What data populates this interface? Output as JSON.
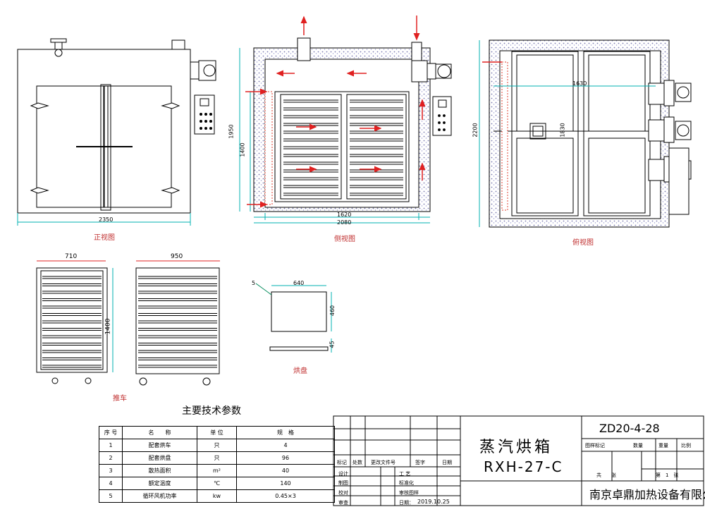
{
  "views": {
    "front": {
      "caption": "正视图",
      "width": "2350"
    },
    "side": {
      "caption": "侧视图",
      "dim_inner": "1620",
      "dim_outer": "2080",
      "height_outer": "1950",
      "height_inner": "1400"
    },
    "top": {
      "caption": "俯视图",
      "dim_a": "1630",
      "dim_b": "1830",
      "dim_height": "2200"
    }
  },
  "cart": {
    "caption": "推车",
    "width_a": "710",
    "width_b": "950",
    "height": "1400"
  },
  "tray": {
    "caption": "烘盘",
    "width": "640",
    "depth": "460",
    "height": "45",
    "balloon": "5"
  },
  "params": {
    "title": "主要技术参数",
    "headers": [
      "序 号",
      "名　　称",
      "单 位",
      "规　格"
    ],
    "rows": [
      [
        "1",
        "配套烘车",
        "只",
        "4"
      ],
      [
        "2",
        "配套烘盘",
        "只",
        "96"
      ],
      [
        "3",
        "散热面积",
        "m²",
        "40"
      ],
      [
        "4",
        "额定温度",
        "℃",
        "140"
      ],
      [
        "5",
        "循环风机功率",
        "kw",
        "0.45×3"
      ]
    ]
  },
  "titleblock": {
    "name": "蒸汽烘箱",
    "model": "RXH-27-C",
    "drawing_no": "ZD20-4-28",
    "company": "南京卓鼎加热设备有限公司",
    "rev_headers": [
      "标记",
      "处数",
      "更改文件号",
      "签字",
      "日期"
    ],
    "sign_rows": [
      {
        "role": "设计",
        "right": "工 艺"
      },
      {
        "role": "制图",
        "right": "标准化"
      },
      {
        "role": "校对",
        "right": "审核图样"
      },
      {
        "role": "审查",
        "right": "日期：",
        "date": "2019.10.25"
      }
    ],
    "stage_label": "图样标记",
    "qty_label": "数量",
    "weight_label": "重量",
    "scale_label": "比例",
    "sheets_total": "共　　张",
    "sheet_no": "第　1　张"
  },
  "colors": {
    "arrow": "#e02020",
    "heater": "#e04030",
    "dim": "#00b0b0",
    "insulation": "#8a8ab8"
  }
}
